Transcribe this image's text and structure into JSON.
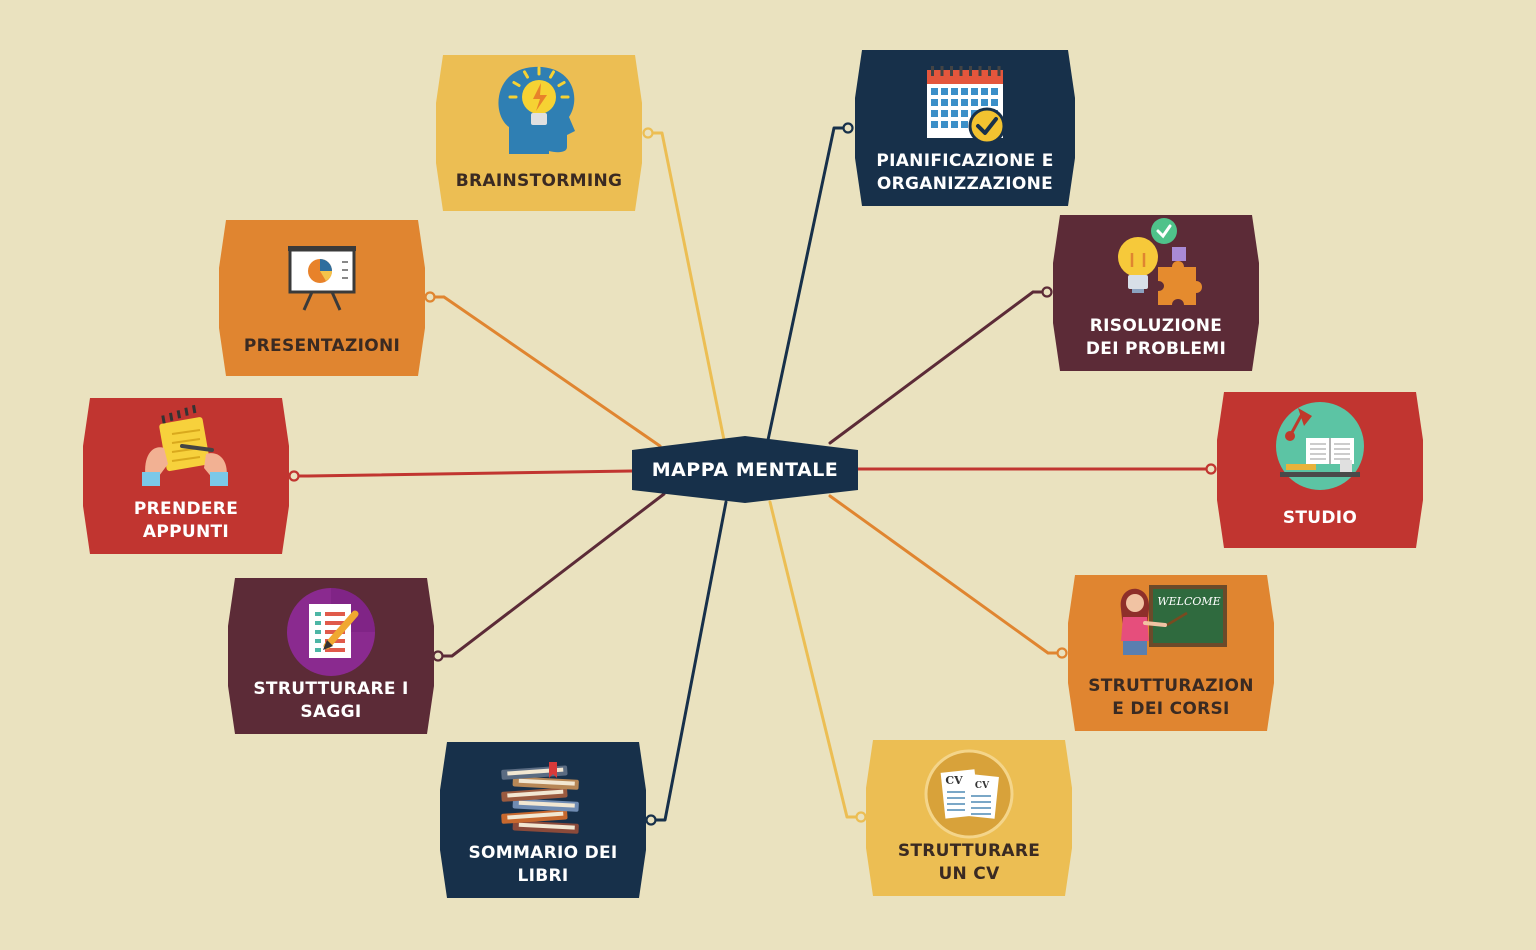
{
  "center": {
    "label": "MAPPA MENTALE",
    "color": "#17304a"
  },
  "colors": {
    "yellow": "#ecbe53",
    "orange": "#e08530",
    "red": "#c13530",
    "maroon": "#5c2b37",
    "navy": "#17304a",
    "background": "#eae2bf"
  },
  "nodes": [
    {
      "id": "brainstorming",
      "lines": [
        "BRAINSTORMING"
      ],
      "color": "#ecbe53",
      "text_color": "#3a2a22",
      "icon": "head-lightbulb-icon"
    },
    {
      "id": "presentazioni",
      "lines": [
        "PRESENTAZIONI"
      ],
      "color": "#e08530",
      "text_color": "#3a2a22",
      "icon": "presentation-board-icon"
    },
    {
      "id": "prendere-appunti",
      "lines": [
        "PRENDERE",
        "APPUNTI"
      ],
      "color": "#c13530",
      "text_color": "#ffffff",
      "icon": "notepad-writing-icon"
    },
    {
      "id": "strutturare-saggi",
      "lines": [
        "STRUTTURARE I",
        "SAGGI"
      ],
      "color": "#5c2b37",
      "text_color": "#ffffff",
      "icon": "document-pencil-icon"
    },
    {
      "id": "sommario-libri",
      "lines": [
        "SOMMARIO DEI",
        "LIBRI"
      ],
      "color": "#17304a",
      "text_color": "#ffffff",
      "icon": "book-stack-icon"
    },
    {
      "id": "pianificazione",
      "lines": [
        "PIANIFICAZIONE E",
        "ORGANIZZAZIONE"
      ],
      "color": "#17304a",
      "text_color": "#ffffff",
      "icon": "calendar-check-icon"
    },
    {
      "id": "risoluzione",
      "lines": [
        "RISOLUZIONE",
        "DEI PROBLEMI"
      ],
      "color": "#5c2b37",
      "text_color": "#ffffff",
      "icon": "bulb-puzzle-icon"
    },
    {
      "id": "studio",
      "lines": [
        "STUDIO"
      ],
      "color": "#c13530",
      "text_color": "#ffffff",
      "icon": "desk-lamp-books-icon"
    },
    {
      "id": "strutturazione-corsi",
      "lines": [
        "STRUTTURAZION",
        "E DEI CORSI"
      ],
      "color": "#e08530",
      "text_color": "#3a2a22",
      "icon": "teacher-chalkboard-icon",
      "icon_text": "WELCOME"
    },
    {
      "id": "strutturare-cv",
      "lines": [
        "STRUTTURARE",
        "UN CV"
      ],
      "color": "#ecbe53",
      "text_color": "#3a2a22",
      "icon": "cv-documents-icon",
      "icon_text": [
        "CV",
        "CV"
      ]
    }
  ]
}
